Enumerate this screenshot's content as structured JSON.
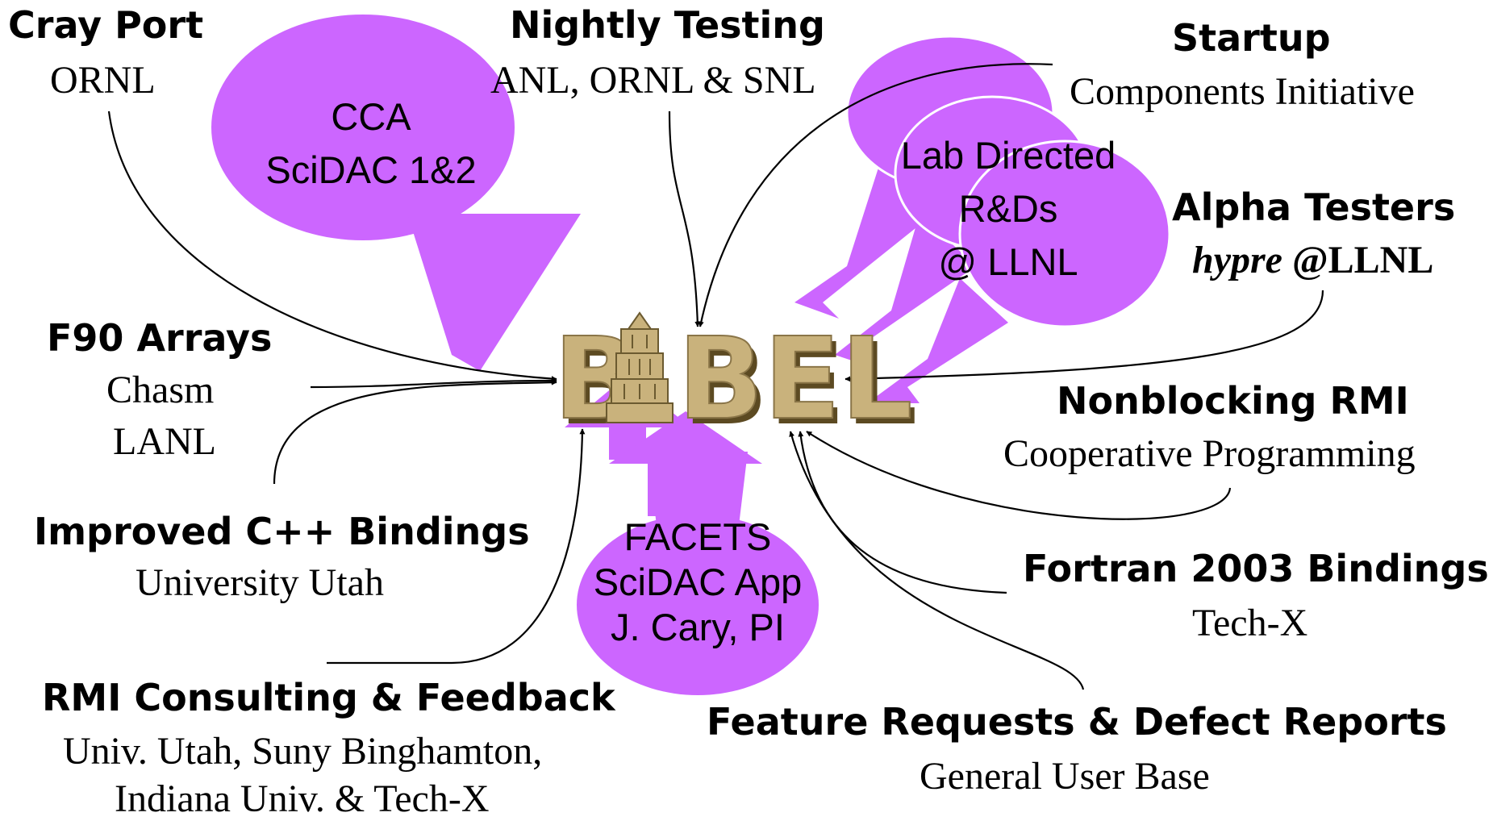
{
  "center_logo": {
    "text": "BABEL",
    "colors": {
      "letter": "#c9b27c",
      "shadow": "#5c4a22"
    }
  },
  "colors": {
    "blob": "#cc66ff",
    "arrow": "#000000"
  },
  "blobs": {
    "cca": {
      "line1": "CCA",
      "line2": "SciDAC 1&2"
    },
    "lab": {
      "line1": "Lab Directed",
      "line2": "R&Ds",
      "line3": "@ LLNL"
    },
    "facets": {
      "line1": "FACETS",
      "line2": "SciDAC App",
      "line3": "J. Cary, PI"
    }
  },
  "contributors": {
    "cray": {
      "title": "Cray Port",
      "sub": "ORNL"
    },
    "nightly": {
      "title": "Nightly Testing",
      "sub": "ANL, ORNL & SNL"
    },
    "startup": {
      "title": "Startup",
      "sub": "Components Initiative"
    },
    "alpha": {
      "title": "Alpha Testers",
      "sub_italic": "hypre",
      "sub_rest": " @LLNL"
    },
    "f90": {
      "title": "F90 Arrays",
      "sub1": "Chasm",
      "sub2": "LANL"
    },
    "nonblocking": {
      "title": "Nonblocking RMI",
      "sub": "Cooperative Programming"
    },
    "cpp": {
      "title": "Improved C++ Bindings",
      "sub": "University Utah"
    },
    "fortran": {
      "title": "Fortran 2003 Bindings",
      "sub": "Tech-X"
    },
    "rmi": {
      "title": "RMI Consulting & Feedback",
      "sub1": "Univ. Utah, Suny Binghamton,",
      "sub2": "Indiana Univ. & Tech-X"
    },
    "feature": {
      "title": "Feature Requests & Defect Reports",
      "sub": "General User Base"
    }
  }
}
